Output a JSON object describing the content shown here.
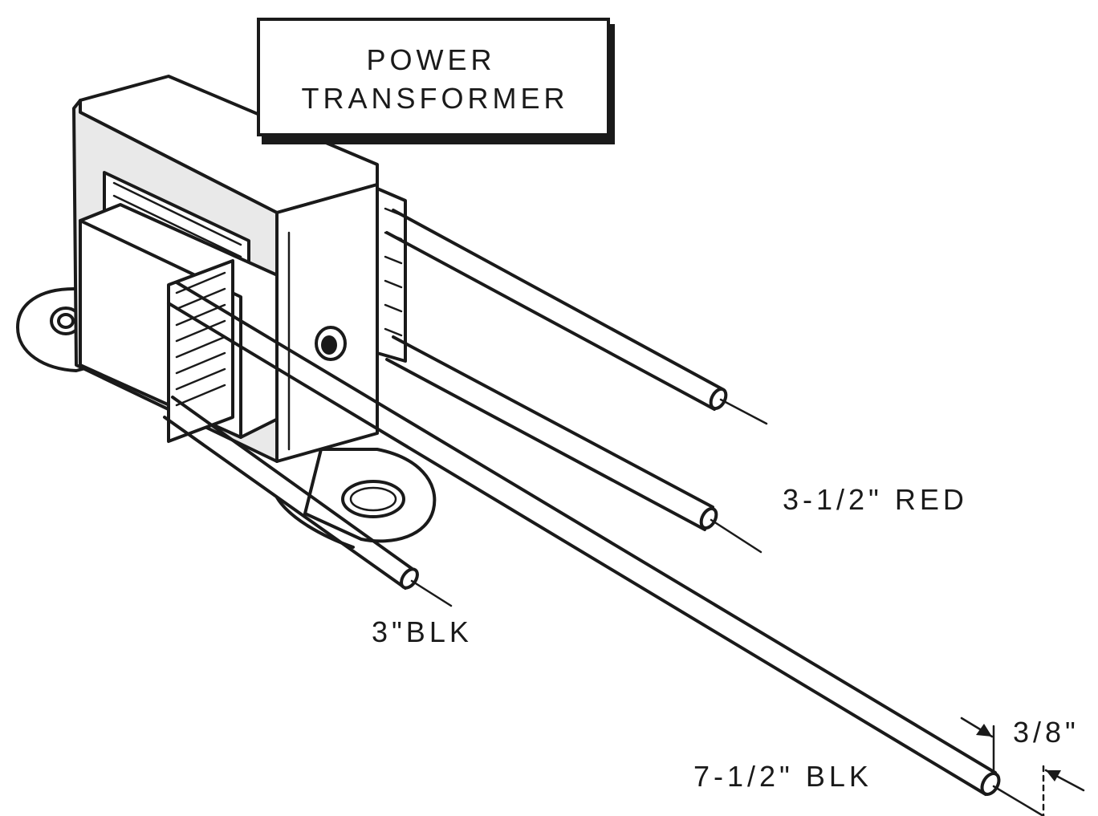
{
  "title": {
    "line1": "POWER",
    "line2": "TRANSFORMER"
  },
  "labels": {
    "red_lead": "3-1/2\" RED",
    "blk_short_lead": "3\"BLK",
    "blk_long_lead": "7-1/2\" BLK",
    "strip_length": "3/8\""
  }
}
